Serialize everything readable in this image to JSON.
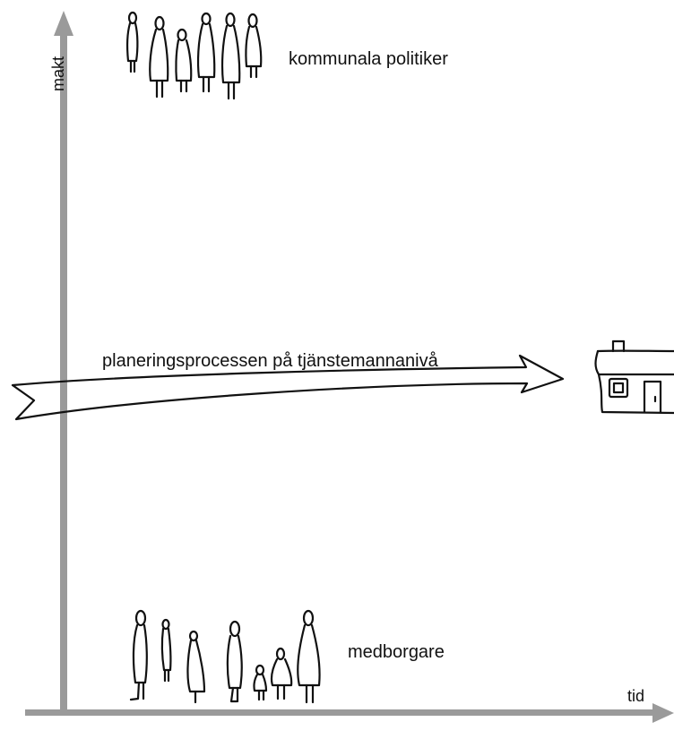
{
  "labels": {
    "y_axis": "makt",
    "x_axis": "tid",
    "top_group": "kommunala politiker",
    "process": "planeringsprocessen på tjänstemannanivå",
    "bottom_group": "medborgare"
  },
  "colors": {
    "axis": "#9a9a9a",
    "ink": "#111111",
    "background": "#ffffff"
  }
}
